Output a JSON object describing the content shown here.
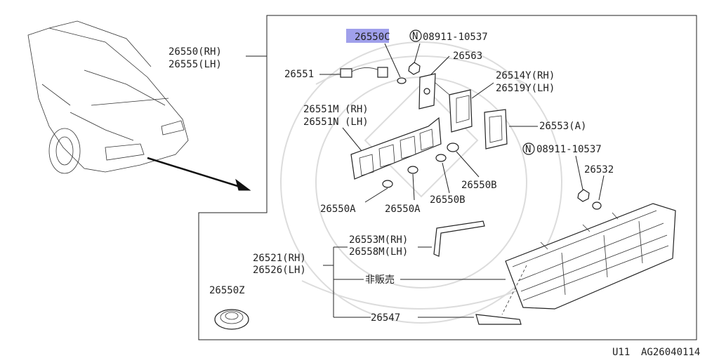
{
  "labels": {
    "assy_rh": "26550(RH)",
    "assy_lh": "26555(LH)",
    "socket_wire": "26551",
    "bulb_c": "26550C",
    "nut_top": "08911-10537",
    "nut_circle": "N",
    "plate": "26563",
    "lamp_rh": "26514Y(RH)",
    "lamp_lh": "26519Y(LH)",
    "housing_rh": "26551M (RH)",
    "housing_lh": "26551N (LH)",
    "gasket": "26553(A)",
    "nut_mid": "08911-10537",
    "nut_circle2": "N",
    "washer": "26532",
    "bulb_b1": "26550B",
    "bulb_b2": "26550B",
    "bulb_a1": "26550A",
    "bulb_a2": "26550A",
    "seal_rh": "26553M(RH)",
    "seal_lh": "26558M(LH)",
    "combo_rh": "26521(RH)",
    "combo_lh": "26526(LH)",
    "not_for_sale": "非販売",
    "grommet": "26550Z",
    "finisher": "26547"
  },
  "footer": {
    "model": "U11",
    "code": "AG26040114"
  },
  "colors": {
    "highlight": "#8f8fe8",
    "ink": "#222222"
  }
}
